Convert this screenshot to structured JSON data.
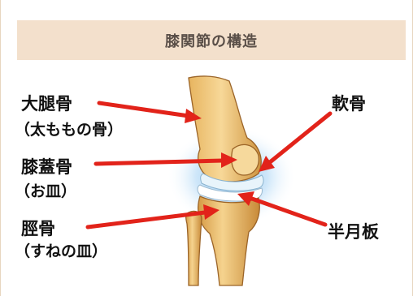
{
  "header": {
    "title": "膝関節の構造"
  },
  "labels": {
    "femur": "大腿骨",
    "femur_sub": "（太ももの骨）",
    "patella": "膝蓋骨",
    "patella_sub": "（お皿）",
    "tibia": "脛骨",
    "tibia_sub": "（すねの皿）",
    "cartilage": "軟骨",
    "meniscus": "半月板"
  },
  "colors": {
    "arrow": "#e2231a",
    "bone": "#f2c97a",
    "bone_shade": "#c7883a",
    "glow": "#9ccbf2",
    "header_bg": "#f3e0cc"
  }
}
